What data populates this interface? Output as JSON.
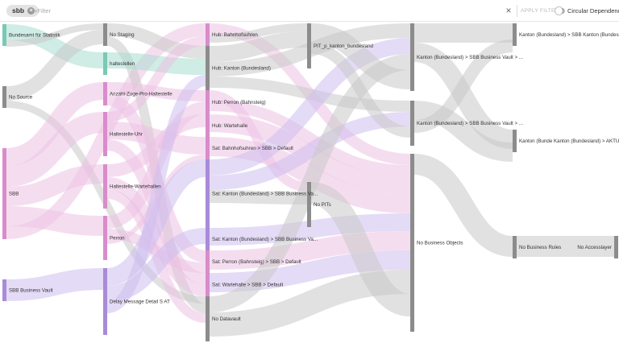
{
  "topbar": {
    "chip_label": "sbb",
    "chip_close": "×",
    "filter_placeholder": "+Filter",
    "clear_glyph": "×",
    "apply_label": "APPLY FILTER",
    "circular_label": "Circular Dependencies",
    "circular_enabled": false
  },
  "colors": {
    "grey": "#8c8c8c",
    "teal": "#79c9b6",
    "pink": "#d98ccb",
    "purple": "#a98bd8",
    "link_grey": "#c8c8c8",
    "link_teal": "#a8ddd0",
    "link_pink": "#ecc1e3",
    "link_purple": "#cdbdee"
  },
  "nodes": [
    {
      "id": "n1",
      "label": "Bundesamt für Statistik",
      "color": "teal"
    },
    {
      "id": "n2",
      "label": "No Source",
      "color": "grey"
    },
    {
      "id": "n3",
      "label": "SBB",
      "color": "pink"
    },
    {
      "id": "n4",
      "label": "SBB Business Vault",
      "color": "purple"
    },
    {
      "id": "s1",
      "label": "No Staging",
      "color": "grey"
    },
    {
      "id": "s2",
      "label": "haltestellen",
      "color": "teal"
    },
    {
      "id": "s3",
      "label": "Anzahl-Zuge-Pro-Haltestelle",
      "color": "pink"
    },
    {
      "id": "s4",
      "label": "Haltestelle-Uhr",
      "color": "pink"
    },
    {
      "id": "s5",
      "label": "Haltestelle-Wartehallen",
      "color": "pink"
    },
    {
      "id": "s6",
      "label": "Perron",
      "color": "pink"
    },
    {
      "id": "s7",
      "label": "Delay Message Detail S AT",
      "color": "purple"
    },
    {
      "id": "h1",
      "label": "Hub: Bahnhofsuhren",
      "color": "pink"
    },
    {
      "id": "h2",
      "label": "Hub: Kanton (Bundesland)",
      "color": "grey"
    },
    {
      "id": "h3",
      "label": "Hub: Perron (Bahnsteig)",
      "color": "pink"
    },
    {
      "id": "h4",
      "label": "Hub: Wartehalle",
      "color": "pink"
    },
    {
      "id": "h5",
      "label": "Sat: Bahnhofsuhren > SBB > Default",
      "color": "pink"
    },
    {
      "id": "h6",
      "label": "Sat: Kanton (Bundesland) > SBB Business Va...",
      "color": "purple"
    },
    {
      "id": "h7",
      "label": "Sat: Kanton (Bundesland) > SBB Business Va...",
      "color": "purple"
    },
    {
      "id": "h8",
      "label": "Sat: Perron (Bahnsteig) > SBB > Default",
      "color": "pink"
    },
    {
      "id": "h9",
      "label": "Sat: Wartehalle > SBB > Default",
      "color": "pink"
    },
    {
      "id": "h10",
      "label": "No Datavault",
      "color": "grey"
    },
    {
      "id": "p1",
      "label": "PIT_p_kanton_bundesland",
      "color": "grey"
    },
    {
      "id": "p2",
      "label": "No PITs",
      "color": "grey"
    },
    {
      "id": "b1",
      "label": "Kanton (Bundesland) > SBB Business Vault > ...",
      "color": "grey"
    },
    {
      "id": "b2",
      "label": "Kanton (Bundesland) > SBB Business Vault > ...",
      "color": "grey"
    },
    {
      "id": "b3",
      "label": "No Business Objects",
      "color": "grey"
    },
    {
      "id": "r1",
      "label": "Kanton (Bundesland) > SBB Kanton (Bundesland)",
      "color": "grey"
    },
    {
      "id": "r2",
      "label": "Kanton (Bunde Kanton (Bundesland) > AKTUELL",
      "color": "grey"
    },
    {
      "id": "r3",
      "label": "No Business Rules",
      "color": "grey"
    },
    {
      "id": "a1",
      "label": "No Accesslayer",
      "color": "grey"
    }
  ]
}
